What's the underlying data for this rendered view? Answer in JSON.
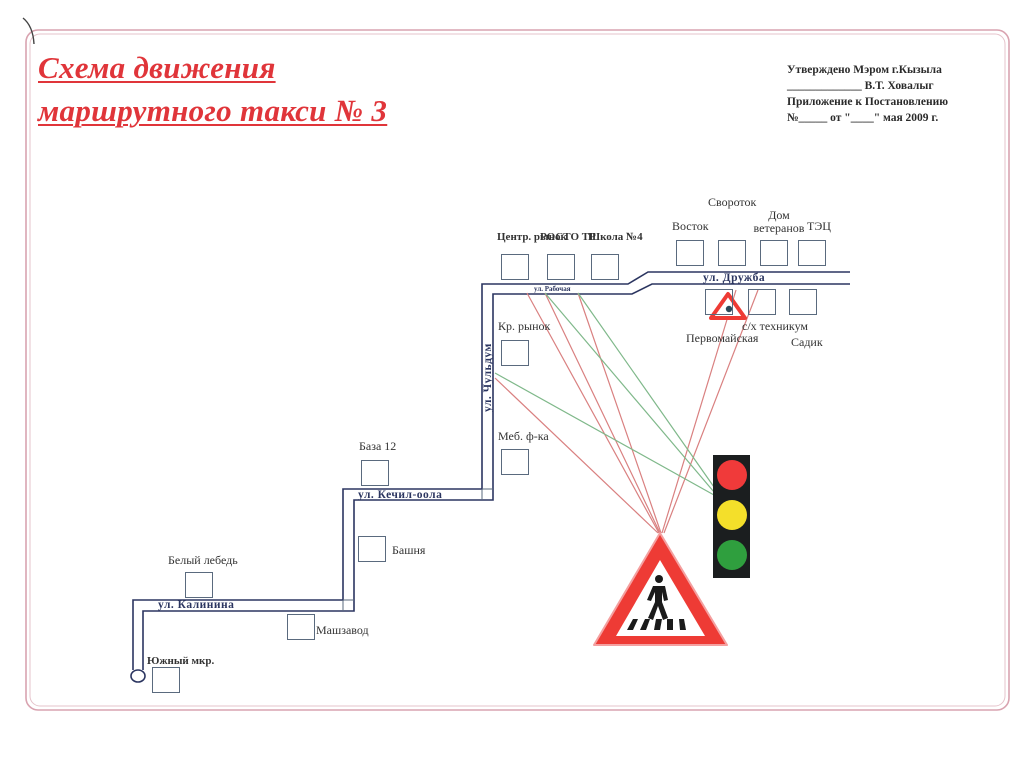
{
  "title": {
    "line1": "Схема движения",
    "line2": "маршрутного такси  № 3"
  },
  "approval": {
    "line1": "Утверждено Мэром г.Кызыла",
    "line2": "_____________ В.Т.  Ховалыг",
    "line3": "Приложение к Постановлению",
    "line4": "№_____ от \"____\" мая 2009 г."
  },
  "streets": {
    "rabochaya": "ул. Рабочая",
    "druzhba": "ул.  Дружба",
    "chuldum": "ул. Чульдум",
    "kechil_oola": "ул.  Кечил-оола",
    "kalinina": "ул.  Калинина"
  },
  "stops": [
    {
      "id": "centr-rynok",
      "label": "Центр. рынок"
    },
    {
      "id": "rostotr",
      "label": "РОСТО ТР"
    },
    {
      "id": "shkola4",
      "label": "Школа №4"
    },
    {
      "id": "vostok",
      "label": "Восток"
    },
    {
      "id": "svorotok",
      "label": "Свороток"
    },
    {
      "id": "dom-veteranov",
      "label": "Дом ветеранов"
    },
    {
      "id": "tec",
      "label": "ТЭЦ"
    },
    {
      "id": "pervomayskaya",
      "label": "Первомайская"
    },
    {
      "id": "sh-tehnikum",
      "label": "с/х техникум"
    },
    {
      "id": "sadik",
      "label": "Садик"
    },
    {
      "id": "kr-rynok",
      "label": "Кр. рынок"
    },
    {
      "id": "meb-fka",
      "label": "Меб. ф-ка"
    },
    {
      "id": "baza12",
      "label": "База 12"
    },
    {
      "id": "bashnya",
      "label": "Башня"
    },
    {
      "id": "belyy-lebed",
      "label": "Белый лебедь"
    },
    {
      "id": "mashzavod",
      "label": "Машзавод"
    },
    {
      "id": "yuzhnyy-mkr",
      "label": "Южный мкр."
    }
  ],
  "signs": {
    "traffic_light": [
      "red",
      "yellow",
      "green"
    ],
    "pedestrian_crossing": "pedestrian-crossing-sign",
    "warning_triangle": "warning-triangle-sign"
  },
  "colors": {
    "title": "#e0353a",
    "route": "#2b3560",
    "stop_border": "#5a6a7e",
    "frame": "#d9a3b0",
    "red_link": "#d98080",
    "green_link": "#7fb88a",
    "sign_red": "#ee3b35",
    "light_red": "#f03a3a",
    "light_yellow": "#f4df2a",
    "light_green": "#2f9f3e",
    "light_body": "#1b1e1f"
  }
}
